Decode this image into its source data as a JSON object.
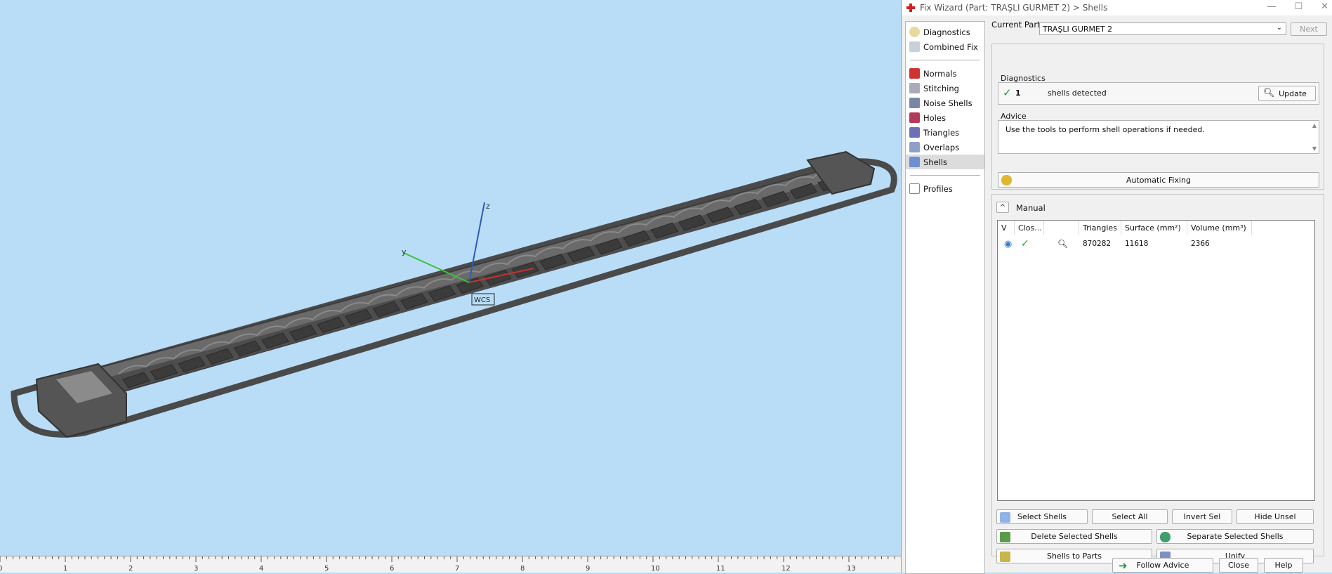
{
  "window": {
    "title": "Fix Wizard (Part: TRAŞLI GURMET 2) > Shells",
    "minimize": "—",
    "maximize": "☐",
    "close": "✕"
  },
  "viewport": {
    "axis_z": "z",
    "axis_y": "y",
    "origin_label": "WCS",
    "ruler_ticks": [
      "0",
      "1",
      "2",
      "3",
      "4",
      "5",
      "6",
      "7",
      "8",
      "9",
      "10",
      "11",
      "12",
      "13"
    ]
  },
  "nav": {
    "top_items": [
      {
        "label": "Diagnostics"
      },
      {
        "label": "Combined Fix"
      }
    ],
    "fix_items": [
      {
        "label": "Normals"
      },
      {
        "label": "Stitching"
      },
      {
        "label": "Noise Shells"
      },
      {
        "label": "Holes"
      },
      {
        "label": "Triangles"
      },
      {
        "label": "Overlaps"
      },
      {
        "label": "Shells"
      }
    ],
    "bottom_items": [
      {
        "label": "Profiles"
      }
    ]
  },
  "current_part": {
    "label": "Current Part:",
    "value": "TRAŞLI GURMET 2",
    "next": "Next"
  },
  "diagnostics": {
    "group": "Diagnostics",
    "count": "1",
    "text": "shells detected",
    "update": "Update"
  },
  "advice": {
    "group": "Advice",
    "text": "Use the tools to perform shell operations if needed."
  },
  "automatic_fixing": "Automatic Fixing",
  "manual": {
    "label": "Manual",
    "collapse": "^"
  },
  "table": {
    "headers": [
      "V",
      "Clos...",
      "",
      "Triangles",
      "Surface (mm²)",
      "Volume (mm³)"
    ],
    "rows": [
      {
        "triangles": "870282",
        "surface": "11618",
        "volume": "2366"
      }
    ]
  },
  "buttons": {
    "select_shells": "Select Shells",
    "select_all": "Select All",
    "invert_sel": "Invert Sel",
    "hide_unsel": "Hide Unsel",
    "delete_selected": "Delete Selected Shells",
    "separate_selected": "Separate Selected Shells",
    "shells_to_parts": "Shells to Parts",
    "unify": "Unify",
    "follow_advice": "Follow Advice",
    "close": "Close",
    "help": "Help"
  },
  "colors": {
    "viewport_bg": "#b9ddf7",
    "part_gray": "#5e5e5e",
    "accent_green": "#1e9a3c",
    "logo_red": "#d41f1f"
  }
}
